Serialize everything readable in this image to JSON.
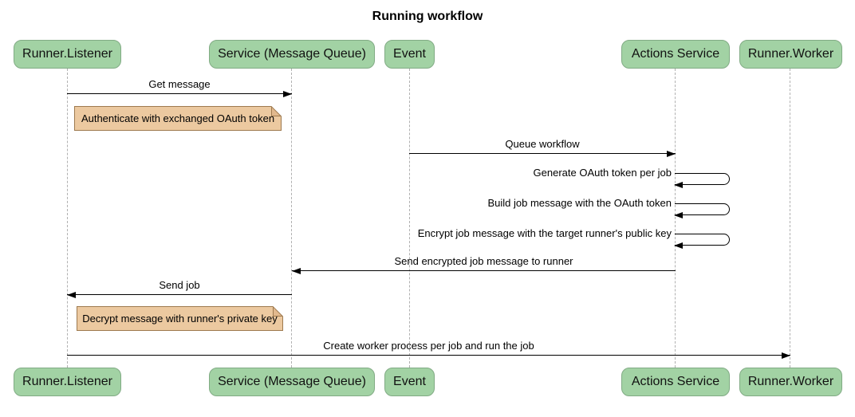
{
  "title": "Running workflow",
  "diagram_type": "sequence",
  "participants": [
    {
      "id": "runner-listener",
      "label": "Runner.Listener"
    },
    {
      "id": "service-message-queue",
      "label": "Service (Message Queue)"
    },
    {
      "id": "event",
      "label": "Event"
    },
    {
      "id": "actions-service",
      "label": "Actions Service"
    },
    {
      "id": "runner-worker",
      "label": "Runner.Worker"
    }
  ],
  "messages": [
    {
      "type": "arrow",
      "from": "Runner.Listener",
      "to": "Service (Message Queue)",
      "direction": "right",
      "label": "Get message"
    },
    {
      "type": "note",
      "over": "Runner.Listener",
      "label": "Authenticate with exchanged OAuth token"
    },
    {
      "type": "arrow",
      "from": "Event",
      "to": "Actions Service",
      "direction": "right",
      "label": "Queue workflow"
    },
    {
      "type": "self",
      "on": "Actions Service",
      "label": "Generate OAuth token per job"
    },
    {
      "type": "self",
      "on": "Actions Service",
      "label": "Build job message with the OAuth token"
    },
    {
      "type": "self",
      "on": "Actions Service",
      "label": "Encrypt job message with the target runner's public key"
    },
    {
      "type": "arrow",
      "from": "Actions Service",
      "to": "Service (Message Queue)",
      "direction": "left",
      "label": "Send encrypted job message to runner"
    },
    {
      "type": "arrow",
      "from": "Service (Message Queue)",
      "to": "Runner.Listener",
      "direction": "left",
      "label": "Send job"
    },
    {
      "type": "note",
      "over": "Runner.Listener",
      "label": "Decrypt message with runner's private key"
    },
    {
      "type": "arrow",
      "from": "Runner.Listener",
      "to": "Runner.Worker",
      "direction": "right",
      "label": "Create worker process per job and run the job"
    }
  ],
  "colors": {
    "actor_fill": "#a2d2a4",
    "actor_border": "#81ab84",
    "note_fill": "#ecc9a0",
    "note_border": "#9e7a4f",
    "line": "#000000",
    "lifeline": "#b0b0b0",
    "background": "#ffffff"
  }
}
